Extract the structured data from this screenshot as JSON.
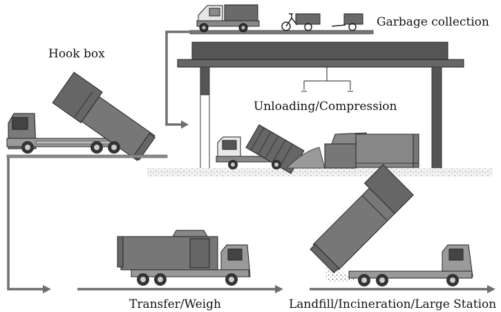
{
  "labels": {
    "garbage_collection": "Garbage collection",
    "hook_box": "Hook box",
    "unloading_compression": "Unloading/Compression",
    "transfer_weigh": "Transfer/Weigh",
    "landfill": "Landfill/Incineration/Large Station"
  },
  "colors": {
    "line": "#6e6e6e",
    "fill_dark": "#5a5a5a",
    "fill_mid": "#8a8a8a",
    "fill_light": "#b5b5b5",
    "ground": "#e8e8e8"
  }
}
